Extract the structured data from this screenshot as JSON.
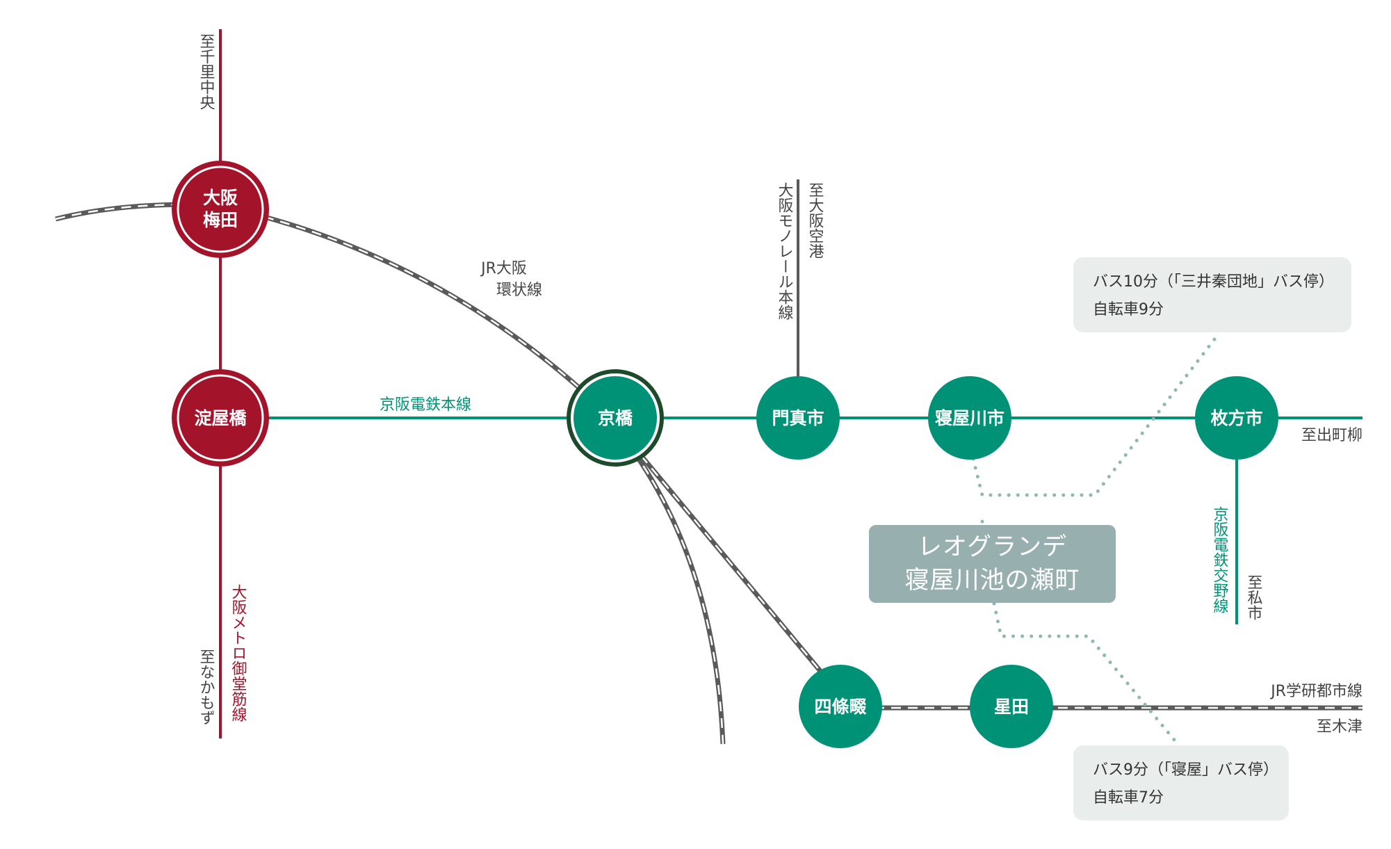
{
  "colors": {
    "metro": "#a3142b",
    "keihan": "#009277",
    "jr": "#5a5a5a",
    "kyobashi_ring": "#1d4a2a",
    "dotted": "#8fb8b0",
    "box": "#e9edec",
    "property": "#97afae"
  },
  "stations": {
    "umeda": [
      "大阪",
      "梅田"
    ],
    "yodoyabashi": "淀屋橋",
    "kyobashi": "京橋",
    "kadoma": "門真市",
    "neyagawa": "寝屋川市",
    "hirakata": "枚方市",
    "shijonawate": "四條畷",
    "hoshida": "星田"
  },
  "lines": {
    "midosuji": "大阪メトロ御堂筋線",
    "keihan_main": "京阪電鉄本線",
    "jr_loop": [
      "JR大阪",
      "環状線"
    ],
    "monorail": "大阪モノレール本線",
    "katano": "京阪電鉄交野線",
    "gakkentoshi": "JR学研都市線"
  },
  "directions": {
    "senri_chuo": "至千里中央",
    "nakamozu": "至なかもず",
    "osaka_airport": "至大阪空港",
    "demachiyanagi": "至出町柳",
    "kisaichi": "至私市",
    "kizu": "至木津"
  },
  "property": {
    "name_line1": "レオグランデ",
    "name_line2": "寝屋川池の瀬町"
  },
  "access_north": {
    "bus": "バス10分（「三井秦団地」バス停）",
    "bike": "自転車9分"
  },
  "access_south": {
    "bus": "バス9分（「寝屋」バス停）",
    "bike": "自転車7分"
  }
}
